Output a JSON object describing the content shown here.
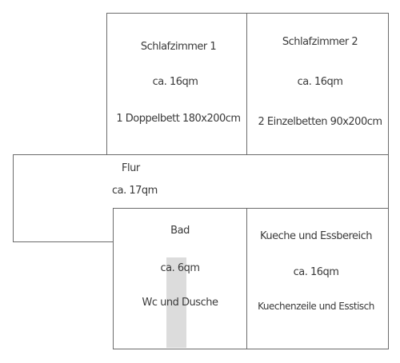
{
  "rooms": {
    "schlafzimmer1": {
      "name": "Schlafzimmer 1",
      "area": "ca. 16qm",
      "furniture": "1 Doppelbett 180x200cm"
    },
    "schlafzimmer2": {
      "name": "Schlafzimmer 2",
      "area": "ca. 16qm",
      "furniture": "2 Einzelbetten 90x200cm"
    },
    "flur": {
      "name": "Flur",
      "area": "ca. 17qm"
    },
    "bad": {
      "name": "Bad",
      "area": "ca. 6qm",
      "furniture": "Wc und Dusche"
    },
    "kueche": {
      "name": "Kueche und Essbereich",
      "area": "ca. 16qm",
      "furniture": "Kuechenzeile und Esstisch"
    }
  },
  "colors": {
    "wall": "#6b6b6b",
    "text": "#3a3a3a",
    "shower": "#dcdcdc",
    "background": "#ffffff"
  }
}
